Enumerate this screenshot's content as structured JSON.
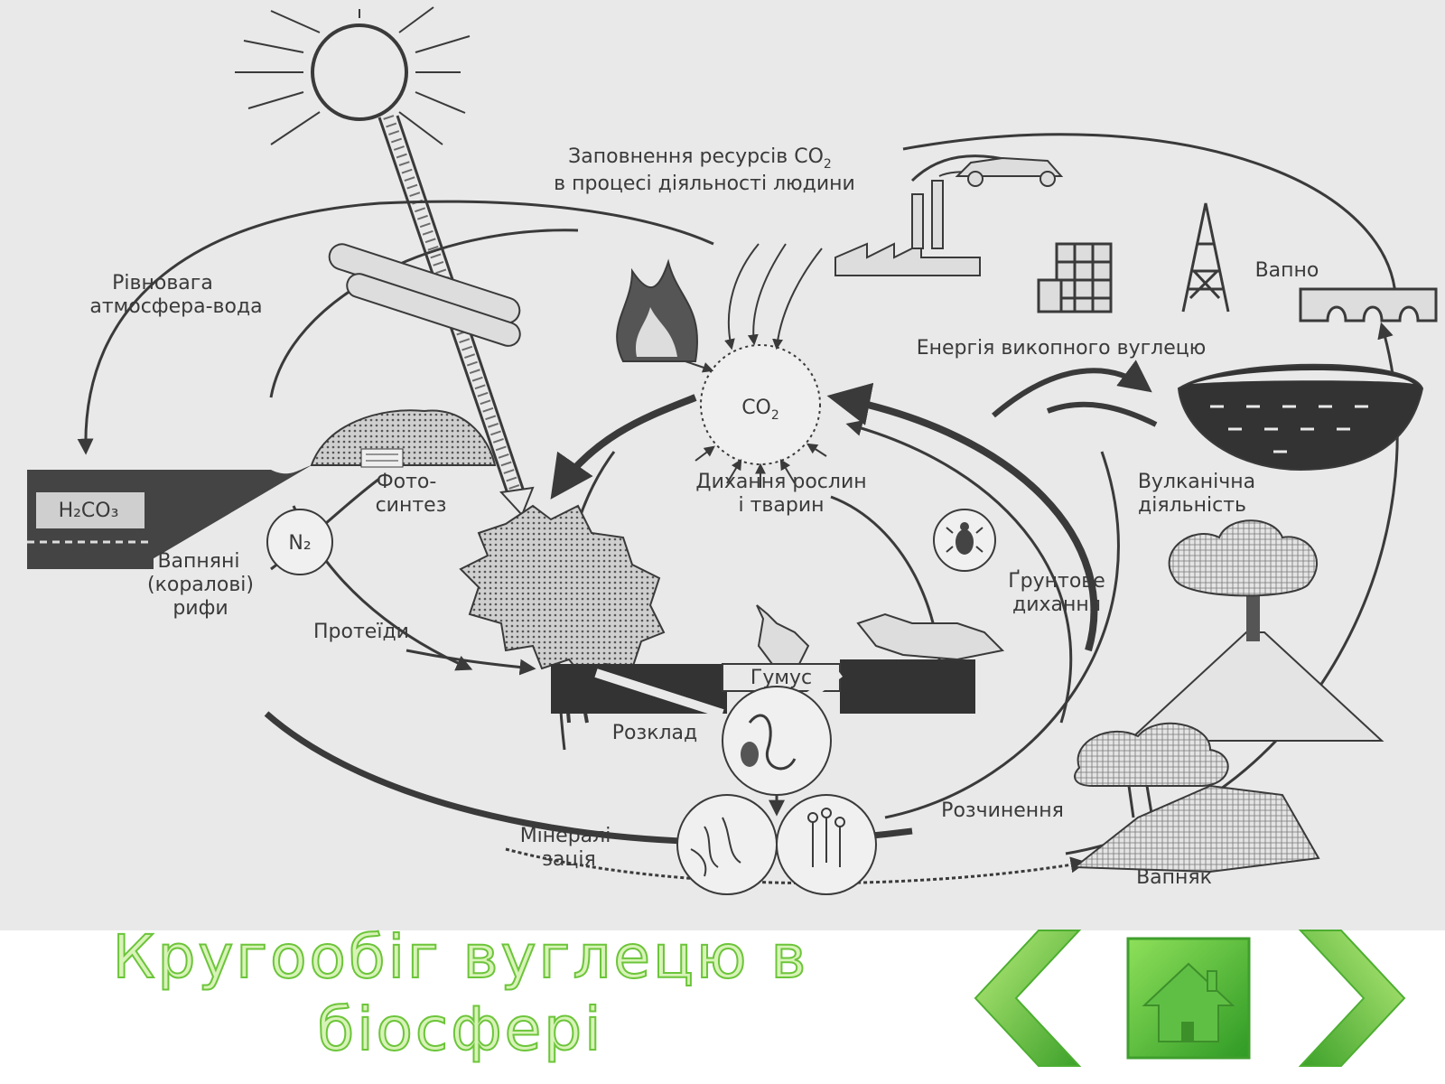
{
  "diagram": {
    "labels": {
      "co2_center": "CO",
      "co2_center_sub": "2",
      "human_line1": "Заповнення ресурсів CO",
      "human_line1_sub": "2",
      "human_line2": "в процесі діяльності людини",
      "balance_line1": "Рівновага",
      "balance_line2": "атмосфера-вода",
      "carbonic_acid": "H₂CO₃",
      "reefs_line1": "Вапняні",
      "reefs_line2": "(коралові)",
      "reefs_line3": "рифи",
      "nitrogen": "N₂",
      "photosynthesis_line1": "Фото-",
      "photosynthesis_line2": "синтез",
      "proteins": "Протеїди",
      "respiration_line1": "Дихання рослин",
      "respiration_line2": "і тварин",
      "humus": "Гумус",
      "decomposition": "Розклад",
      "mineralization_line1": "Мінералі-",
      "mineralization_line2": "зація",
      "soil_respiration_line1": "Ґрунтове",
      "soil_respiration_line2": "дихання",
      "fossil_energy": "Енергія викопного вуглецю",
      "lime": "Вапно",
      "volcanic_line1": "Вулканічна",
      "volcanic_line2": "діяльність",
      "dissolution": "Розчинення",
      "limestone": "Вапняк"
    }
  },
  "title": {
    "line1": "Кругообіг вуглецю в",
    "line2": "біосфері"
  },
  "nav": {
    "prev_icon": "chevron-left-icon",
    "home_icon": "home-icon",
    "next_icon": "chevron-right-icon"
  },
  "colors": {
    "accent_green": "#6cc53a",
    "title_fill": "#d8f3b8",
    "diagram_bg": "#e9e9e9",
    "ink": "#3a3a3a"
  }
}
